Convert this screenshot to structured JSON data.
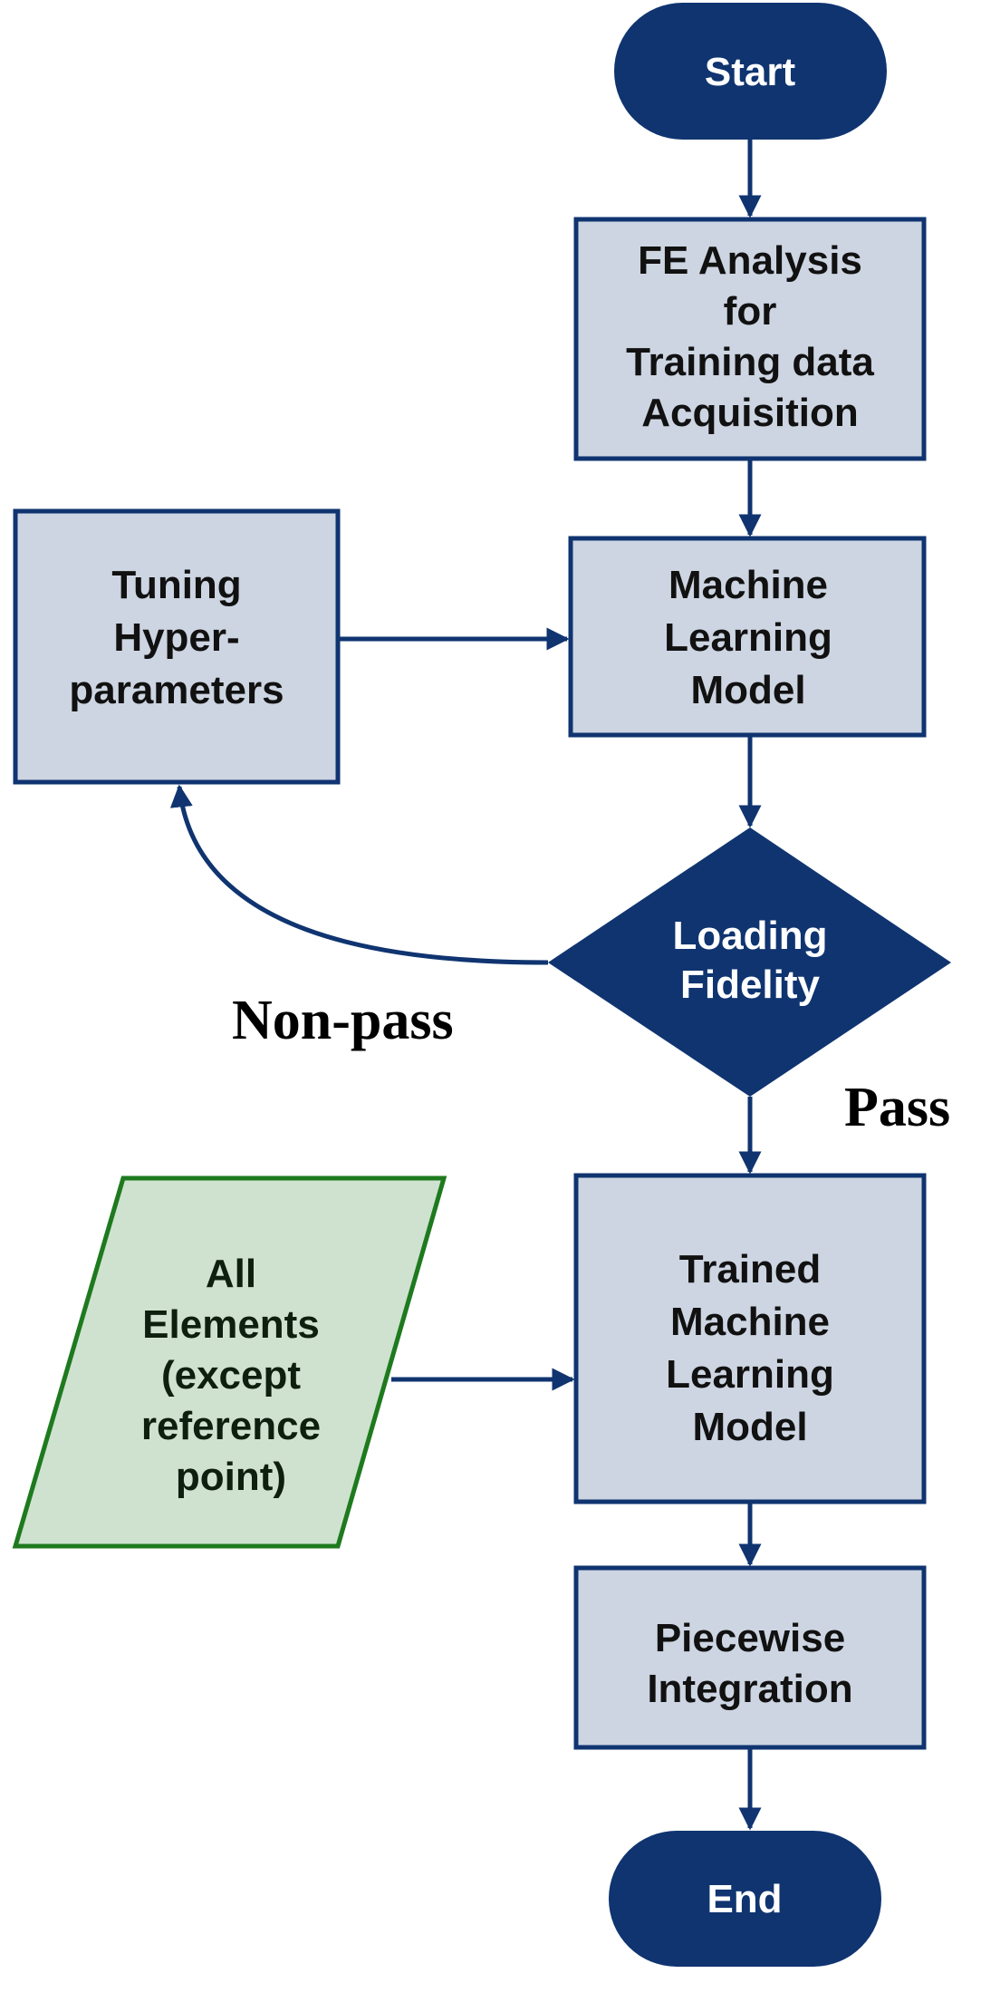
{
  "colors": {
    "navy": "#0f3470",
    "box_fill": "#cdd5e2",
    "box_text": "#111111",
    "terminal_text": "#ffffff",
    "input_fill": "#cfe2cf",
    "input_border": "#1e7a1e",
    "input_text": "#0f1f0f"
  },
  "nodes": {
    "start": {
      "type": "terminal",
      "lines": [
        "Start"
      ]
    },
    "fe_analysis": {
      "type": "process",
      "lines": [
        "FE Analysis",
        "for",
        "Training data",
        "Acquisition"
      ]
    },
    "tuning": {
      "type": "process",
      "lines": [
        "Tuning",
        "Hyper-",
        "parameters"
      ]
    },
    "ml_model": {
      "type": "process",
      "lines": [
        "Machine",
        "Learning",
        "Model"
      ]
    },
    "decision": {
      "type": "decision",
      "lines": [
        "Loading",
        "Fidelity"
      ]
    },
    "all_elements": {
      "type": "input",
      "lines": [
        "All",
        "Elements",
        "(except",
        "reference",
        "point)"
      ]
    },
    "trained_model": {
      "type": "process",
      "lines": [
        "Trained",
        "Machine",
        "Learning",
        "Model"
      ]
    },
    "piecewise": {
      "type": "process",
      "lines": [
        "Piecewise",
        "Integration"
      ]
    },
    "end": {
      "type": "terminal",
      "lines": [
        "End"
      ]
    }
  },
  "edge_labels": {
    "non_pass": "Non-pass",
    "pass": "Pass"
  },
  "edges": [
    {
      "from": "start",
      "to": "fe_analysis"
    },
    {
      "from": "fe_analysis",
      "to": "ml_model"
    },
    {
      "from": "tuning",
      "to": "ml_model"
    },
    {
      "from": "ml_model",
      "to": "decision"
    },
    {
      "from": "decision",
      "to": "tuning",
      "label": "Non-pass"
    },
    {
      "from": "decision",
      "to": "trained_model",
      "label": "Pass"
    },
    {
      "from": "all_elements",
      "to": "trained_model"
    },
    {
      "from": "trained_model",
      "to": "piecewise"
    },
    {
      "from": "piecewise",
      "to": "end"
    }
  ]
}
